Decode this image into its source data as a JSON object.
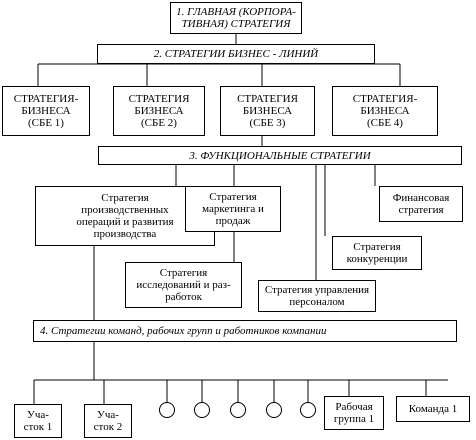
{
  "diagram": {
    "level1": "1.  ГЛАВНАЯ (КОРПОРА-\nТИВНАЯ) СТРАТЕГИЯ",
    "level2": "2.  СТРАТЕГИИ БИЗНЕС - ЛИНИЙ",
    "sbe": [
      "СТРАТЕГИЯ-\nБИЗНЕСА\n(СБЕ 1)",
      "СТРАТЕГИЯ\nБИЗНЕСА\n(СБЕ 2)",
      "СТРАТЕГИЯ\nБИЗНЕСА\n(СБЕ 3)",
      "СТРАТЕГИЯ-\nБИЗНЕСА\n(СБЕ 4)"
    ],
    "level3": "3.  ФУНКЦИОНАЛЬНЫЕ СТРАТЕГИИ",
    "functional": {
      "production": "Стратегия\nпроизводственных\nопераций и  развития\nпроизводства",
      "marketing": "Стратегия\nмаркетинга и\nпродаж",
      "finance": "Финансовая\nстратегия",
      "competition": "Стратегия\nконкуренции",
      "research": "Стратегия\nисследований и раз-\nработок",
      "personnel": "Стратегия управления\nперсоналом"
    },
    "level4": "4. Стратегии команд, рабочих групп и работников компании",
    "units": {
      "section1": "Уча-\nсток 1",
      "section2": "Уча-\nсток 2",
      "group1": "Рабочая\nгруппа 1",
      "team1": "Команда 1"
    }
  }
}
